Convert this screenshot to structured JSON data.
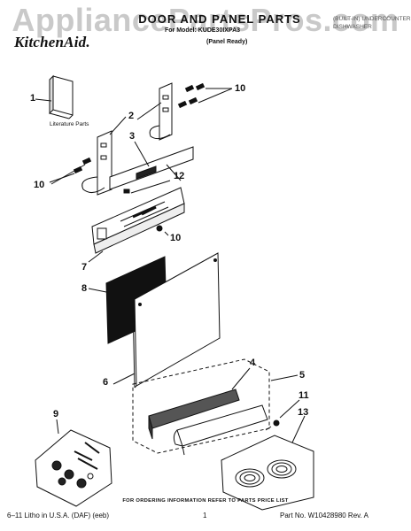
{
  "watermark": "AppliancePartsPros.com",
  "header": {
    "brand": "KitchenAid.",
    "title": "DOOR AND PANEL PARTS",
    "model_line": "For Model: KUDE30IXPA3",
    "model_sub": "(Panel Ready)",
    "category_line1": "(BUILT-IN) UNDERCOUNTER",
    "category_line2": "DISHWASHER"
  },
  "diagram": {
    "literature_label": "Literature Parts",
    "callouts": [
      "1",
      "2",
      "3",
      "10",
      "10",
      "12",
      "10",
      "7",
      "8",
      "6",
      "4",
      "5",
      "11",
      "9",
      "13"
    ]
  },
  "footer": {
    "ordering_note": "FOR ORDERING INFORMATION REFER TO PARTS PRICE LIST",
    "litho": "6–11 Litho in U.S.A. (DAF) (eeb)",
    "page": "1",
    "part_no": "Part No. W10428980 Rev. A"
  },
  "colors": {
    "line": "#111111",
    "watermark": "#c9c9c9",
    "fill_dark": "#222222"
  }
}
